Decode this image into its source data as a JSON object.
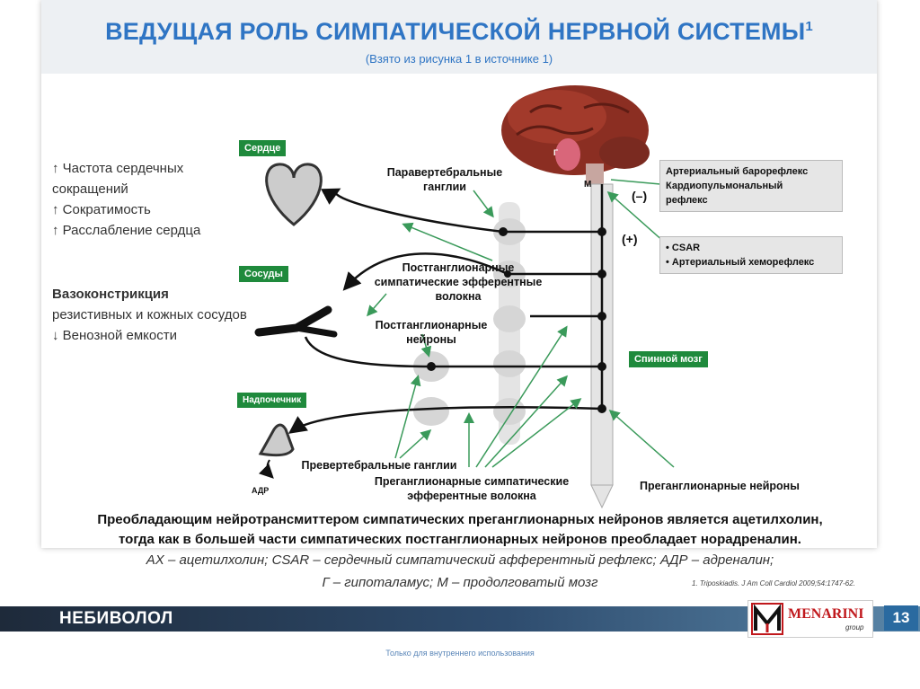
{
  "header": {
    "title": "ВЕДУЩАЯ РОЛЬ СИМПАТИЧЕСКОЙ НЕРВНОЙ СИСТЕМЫ",
    "title_sup": "1",
    "subtitle": "(Взято из рисунка 1 в источнике 1)"
  },
  "organs": {
    "heart": "Сердце",
    "vessels": "Сосуды",
    "adrenal": "Надпочечник",
    "spinal": "Спинной мозг"
  },
  "effects": {
    "heart": [
      "↑ Частота сердечных",
      "сокращений",
      "↑ Сократимость",
      "↑ Расслабление сердца"
    ],
    "vessels_title": "Вазоконстрикция",
    "vessels": [
      "резистивных и кожных сосудов",
      "↓ Венозной емкости"
    ]
  },
  "diagram_labels": {
    "paravertebral": [
      "Паравертебральные",
      "ганглии"
    ],
    "postgang_fibers": [
      "Постганглионарные",
      "симпатические эфферентные",
      "волокна"
    ],
    "postgang_neurons": [
      "Постганглионарные",
      "нейроны"
    ],
    "prevertebral": "Превертебральные ганглии",
    "pregang_fibers": [
      "Преганглионарные симпатические",
      "эфферентные волокна"
    ],
    "pregang_neurons": "Преганглионарные нейроны",
    "adr": "АДР",
    "g": "Г",
    "m": "М",
    "minus": "(–)",
    "plus": "(+)"
  },
  "reflex_boxes": {
    "inhibitory": [
      "Артериальный барорефлекс",
      "Кардиопульмональный",
      "рефлекс"
    ],
    "excitatory": [
      "• CSAR",
      "• Артериальный хеморефлекс"
    ]
  },
  "notes": {
    "line1": "Преобладающим нейротрансмиттером симпатических преганглионарных нейронов является ацетилхолин,",
    "line2": "тогда как в большей части симпатических постганглионарных нейронов преобладает норадреналин.",
    "legend1": "АХ – ацетилхолин; CSAR – сердечный симпатический афферентный рефлекс; АДР – адреналин;",
    "legend2": "Г – гипоталамус; М – продолговатый мозг",
    "reference": "1. Triposkiadis. J Am Coll Cardiol 2009;54:1747-62."
  },
  "footer": {
    "title": "НЕБИВОЛОЛ",
    "logo_text": "MENARINI",
    "logo_sub": "group",
    "page": "13",
    "internal": "Только для внутреннего использования"
  },
  "colors": {
    "title_blue": "#2f75c4",
    "organ_green": "#1f8a3c",
    "arrow_green": "#3a9a5a",
    "brain_red": "#8b2e22"
  }
}
